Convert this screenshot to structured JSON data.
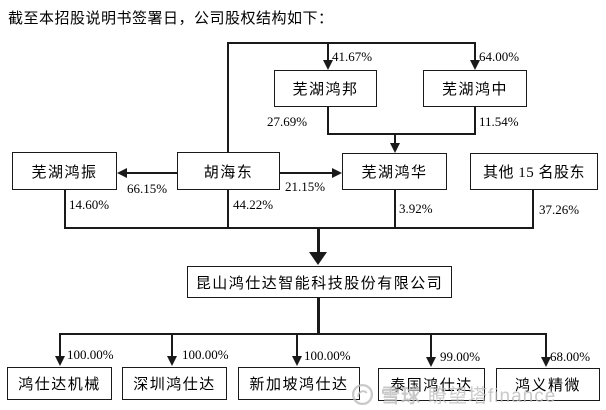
{
  "title": "截至本招股说明书签署日，公司股权结构如下：",
  "diagram_type": "equity-structure-chart",
  "nodes": {
    "hongbang": {
      "label": "芜湖鸿邦"
    },
    "hongzhong": {
      "label": "芜湖鸿中"
    },
    "hongzhen": {
      "label": "芜湖鸿振"
    },
    "huhaidong": {
      "label": "胡海东"
    },
    "honghua": {
      "label": "芜湖鸿华"
    },
    "others": {
      "label": "其他 15 名股东"
    },
    "company": {
      "label": "昆山鸿仕达智能科技股份有限公司"
    },
    "sub1": {
      "label": "鸿仕达机械"
    },
    "sub2": {
      "label": "深圳鸿仕达"
    },
    "sub3": {
      "label": "新加坡鸿仕达"
    },
    "sub4": {
      "label": "泰国鸿仕达"
    },
    "sub5": {
      "label": "鸿义精微"
    }
  },
  "edges": [
    {
      "from": "胡海东",
      "to": "芜湖鸿邦",
      "label": "41.67%"
    },
    {
      "from": "胡海东",
      "to": "芜湖鸿中",
      "label": "64.00%"
    },
    {
      "from": "芜湖鸿邦",
      "to": "芜湖鸿华",
      "label": "27.69%"
    },
    {
      "from": "芜湖鸿中",
      "to": "芜湖鸿华",
      "label": "11.54%"
    },
    {
      "from": "胡海东",
      "to": "芜湖鸿振",
      "label": "66.15%"
    },
    {
      "from": "胡海东",
      "to": "芜湖鸿华",
      "label": "21.15%"
    },
    {
      "from": "芜湖鸿振",
      "to": "昆山鸿仕达智能科技股份有限公司",
      "label": "14.60%"
    },
    {
      "from": "胡海东",
      "to": "昆山鸿仕达智能科技股份有限公司",
      "label": "44.22%"
    },
    {
      "from": "芜湖鸿华",
      "to": "昆山鸿仕达智能科技股份有限公司",
      "label": "3.92%"
    },
    {
      "from": "其他 15 名股东",
      "to": "昆山鸿仕达智能科技股份有限公司",
      "label": "37.26%"
    },
    {
      "from": "昆山鸿仕达智能科技股份有限公司",
      "to": "鸿仕达机械",
      "label": "100.00%"
    },
    {
      "from": "昆山鸿仕达智能科技股份有限公司",
      "to": "深圳鸿仕达",
      "label": "100.00%"
    },
    {
      "from": "昆山鸿仕达智能科技股份有限公司",
      "to": "新加坡鸿仕达",
      "label": "100.00%"
    },
    {
      "from": "昆山鸿仕达智能科技股份有限公司",
      "to": "泰国鸿仕达",
      "label": "99.00%"
    },
    {
      "from": "昆山鸿仕达智能科技股份有限公司",
      "to": "鸿义精微",
      "label": "68.00%"
    }
  ],
  "watermark": {
    "logo": "xueqiu-snowball-logo",
    "brand": "雪球",
    "handle": "瞭望塔finance",
    "color": "#bcbcbc"
  },
  "colors": {
    "background": "#ffffff",
    "line": "#1a1a1a",
    "text": "#000000"
  }
}
